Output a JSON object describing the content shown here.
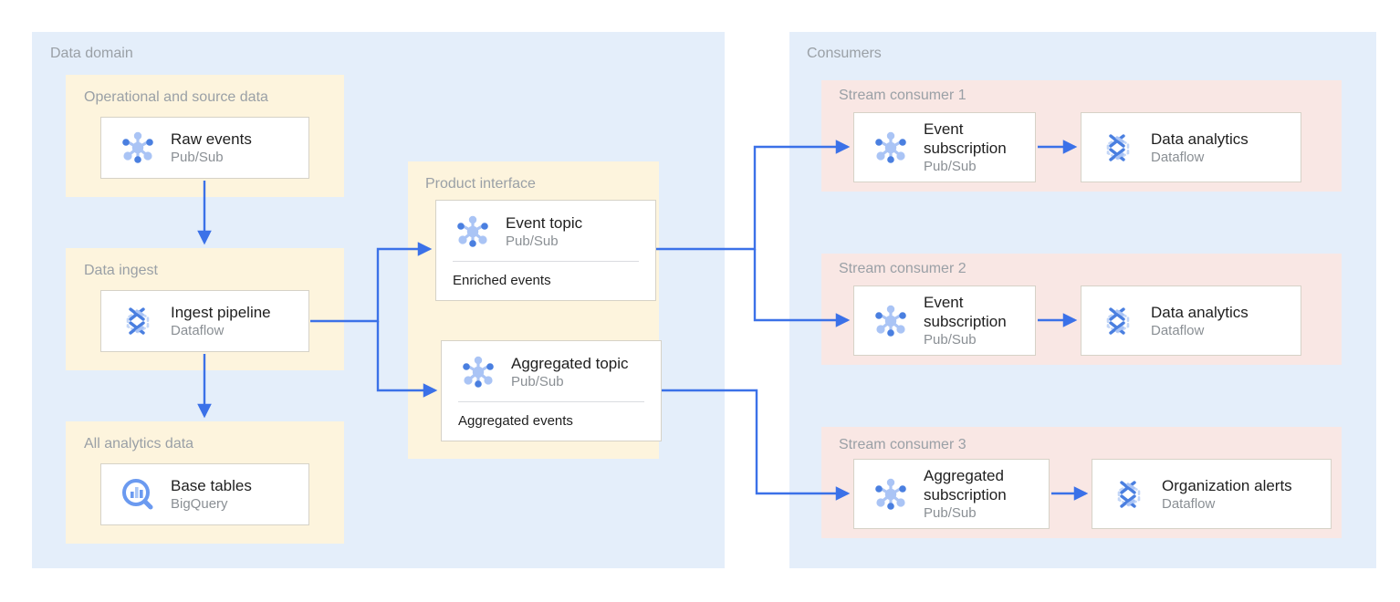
{
  "diagram": {
    "title_color": "#9aa0a6",
    "arrow_color": "#3b71e8",
    "icon_color": "#aac4f5",
    "icon_color_dark": "#4a7fe0",
    "panel_blue": "#e4eefa",
    "panel_yellow": "#fdf4dd",
    "panel_pink": "#f9e7e4"
  },
  "left_region": {
    "title": "Data domain",
    "groups": [
      {
        "title": "Operational and source data",
        "cards": [
          {
            "title": "Raw events",
            "subtitle": "Pub/Sub",
            "icon": "pubsub-icon"
          }
        ]
      },
      {
        "title": "Data ingest",
        "cards": [
          {
            "title": "Ingest pipeline",
            "subtitle": "Dataflow",
            "icon": "dataflow-icon"
          }
        ]
      },
      {
        "title": "All analytics data",
        "cards": [
          {
            "title": "Base tables",
            "subtitle": "BigQuery",
            "icon": "bigquery-icon"
          }
        ]
      }
    ]
  },
  "product_interface": {
    "title": "Product interface",
    "cards": [
      {
        "title": "Event topic",
        "subtitle": "Pub/Sub",
        "footer": "Enriched events",
        "icon": "pubsub-icon"
      },
      {
        "title": "Aggregated topic",
        "subtitle": "Pub/Sub",
        "footer": "Aggregated events",
        "icon": "pubsub-icon"
      }
    ]
  },
  "right_region": {
    "title": "Consumers",
    "groups": [
      {
        "title": "Stream consumer 1",
        "cards": [
          {
            "title": "Event\nsubscription",
            "subtitle": "Pub/Sub",
            "icon": "pubsub-icon"
          },
          {
            "title": "Data analytics",
            "subtitle": "Dataflow",
            "icon": "dataflow-icon"
          }
        ]
      },
      {
        "title": "Stream consumer 2",
        "cards": [
          {
            "title": "Event\nsubscription",
            "subtitle": "Pub/Sub",
            "icon": "pubsub-icon"
          },
          {
            "title": "Data analytics",
            "subtitle": "Dataflow",
            "icon": "dataflow-icon"
          }
        ]
      },
      {
        "title": "Stream consumer 3",
        "cards": [
          {
            "title": "Aggregated\nsubscription",
            "subtitle": "Pub/Sub",
            "icon": "pubsub-icon"
          },
          {
            "title": "Organization alerts",
            "subtitle": "Dataflow",
            "icon": "dataflow-icon"
          }
        ]
      }
    ]
  }
}
